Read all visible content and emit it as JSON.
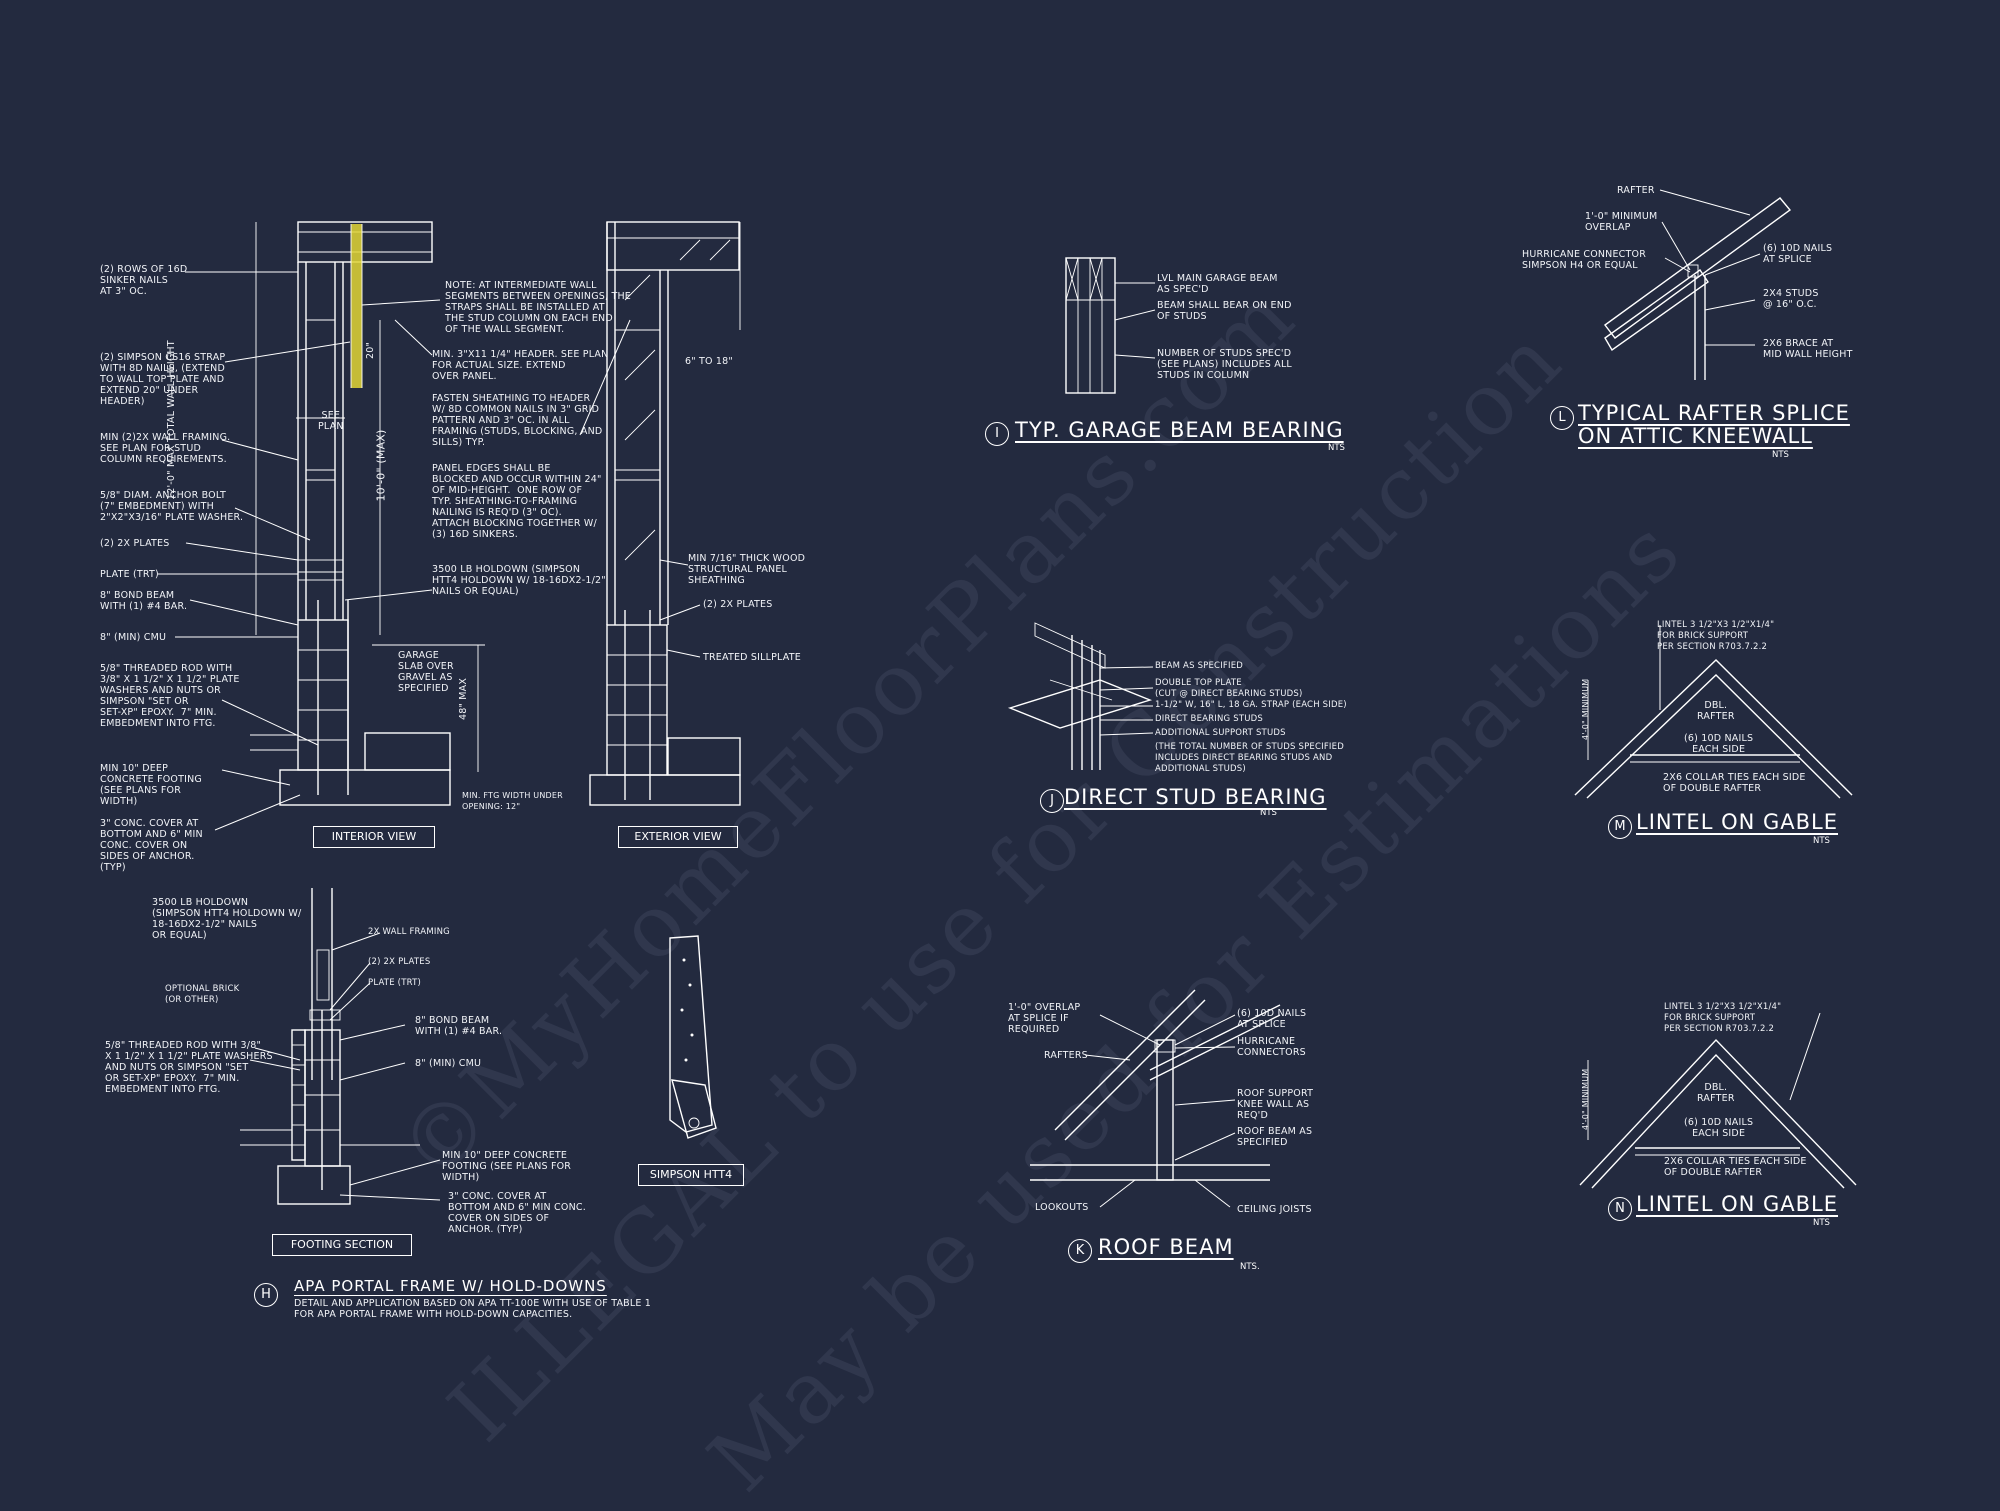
{
  "watermark": {
    "line1": "©MyHomeFloorPlans.com",
    "line2": "ILLEGAL to use for Construction",
    "line3": "May be used for Estimations"
  },
  "portal_frame": {
    "notes": {
      "sinker_nails": "(2) ROWS OF 16d\nSINKER NAILS\nAT 3\" OC.",
      "strap": "(2) SIMPSON CS16 STRAP\nWITH 8d NAILS, (EXTEND\nTO WALL TOP PLATE AND\nEXTEND 20\" UNDER\nHEADER)",
      "wall_framing": "MIN (2)2X WALL FRAMING.\nSEE PLAN FOR STUD\nCOLUMN REQUIREMENTS.",
      "anchor_bolt": "5/8\" DIAM. ANCHOR BOLT\n(7\" EMBEDMENT) WITH\n2\"x2\"x3/16\" PLATE WASHER.",
      "plates": "(2) 2x PLATES",
      "plate_trt": "PLATE (TRT)",
      "bond_beam": "8\" BOND BEAM\nWITH (1) #4 BAR.",
      "cmu": "8\" (MIN) CMU",
      "threaded_rod": "5/8\" THREADED ROD WITH\n3/8\" x 1 1/2\" x 1 1/2\" PLATE\nWASHERS AND NUTS OR\nSIMPSON \"SET OR\nSET-XP\" EPOXY.  7\" MIN.\nEMBEDMENT INTO FTG.",
      "footing": "MIN 10\" DEEP\nCONCRETE FOOTING\n(SEE PLANS FOR\nWIDTH)",
      "conc_cover": "3\" CONC. COVER AT\nBOTTOM AND 6\" MIN\nCONC. COVER ON\nSIDES OF ANCHOR.\n(TYP)",
      "intermediate": "NOTE: AT INTERMEDIATE WALL\nSEGMENTS BETWEEN OPENINGS, THE\nSTRAPS SHALL BE INSTALLED AT\nTHE STUD COLUMN ON EACH END\nOF THE WALL SEGMENT.",
      "header": "MIN. 3\"x11 1/4\" HEADER. SEE PLAN\nFOR ACTUAL SIZE. EXTEND\nOVER PANEL.",
      "fasten": "FASTEN SHEATHING TO HEADER\nW/ 8d COMMON NAILS IN 3\" GRID\nPATTERN AND 3\" OC. IN ALL\nFRAMING (STUDS, BLOCKING, AND\nSILLS) TYP.",
      "panel_edges": "PANEL EDGES SHALL BE\nBLOCKED AND OCCUR WITHIN 24\"\nOF MID-HEIGHT.  ONE ROW OF\nTYP. SHEATHING-TO-FRAMING\nNAILING IS REQ'D (3\" OC).\nATTACH BLOCKING TOGETHER W/\n(3) 16d SINKERS.",
      "holdown": "3500 LB HOLDOWN (SIMPSON\nHTT4 HOLDOWN W/ 18-16dx2-1/2\"\nNAILS OR EQUAL)",
      "garage_slab": "GARAGE\nSLAB OVER\nGRAVEL AS\nSPECIFIED",
      "ftg_width": "MIN. FTG WIDTH UNDER\nOPENING: 12\"",
      "ext_sheathing": "MIN 7/16\" THICK WOOD\nSTRUCTURAL PANEL\nSHEATHING",
      "ext_plates": "(2) 2x PLATES",
      "sillplate": "TREATED SILLPLATE",
      "six_to_18": "6\" TO 18\"",
      "see_plan": "SEE\nPLAN",
      "dim_20": "20\"",
      "dim_max_height": "10'-0\" (MAX)",
      "dim_total": "12'-0\" MAX TOTAL WALL HEIGHT",
      "dim_48": "48\" MAX"
    },
    "interior_label": "INTERIOR VIEW",
    "exterior_label": "EXTERIOR VIEW",
    "footing": {
      "holdown": "3500 LB HOLDOWN\n(SIMPSON HTT4 HOLDOWN W/\n18-16dx2-1/2\" NAILS\nOR EQUAL)",
      "wall_framing": "2X WALL FRAMING",
      "plates": "(2) 2x PLATES",
      "plate_trt": "PLATE (TRT)",
      "optional_brick": "OPTIONAL BRICK\n(OR OTHER)",
      "bond_beam": "8\" BOND BEAM\nWITH (1) #4 BAR.",
      "cmu": "8\" (MIN) CMU",
      "threaded_rod": "5/8\" THREADED ROD WITH 3/8\"\nx 1 1/2\" x 1 1/2\" PLATE WASHERS\nAND NUTS OR SIMPSON \"SET\nOR SET-XP\" EPOXY.  7\" MIN.\nEMBEDMENT INTO FTG.",
      "footing": "MIN 10\" DEEP CONCRETE\nFOOTING (SEE PLANS FOR\nWIDTH)",
      "conc_cover": "3\" CONC. COVER AT\nBOTTOM AND 6\" MIN CONC.\nCOVER ON SIDES OF\nANCHOR. (TYP)",
      "label": "FOOTING SECTION"
    },
    "htt4_label": "SIMPSON HTT4",
    "tag": "H",
    "title": "APA PORTAL FRAME W/ HOLD-DOWNS",
    "subtitle": "DETAIL AND APPLICATION BASED ON APA TT-100E WITH USE OF TABLE 1\nFOR APA PORTAL FRAME WITH HOLD-DOWN CAPACITIES."
  },
  "detail_i": {
    "tag": "I",
    "title": "TYP. GARAGE BEAM BEARING",
    "nts": "NTS",
    "notes": {
      "lvl": "LVL MAIN GARAGE BEAM\nAS SPEC'D",
      "bear": "BEAM SHALL BEAR ON END\nOF STUDS",
      "studs": "NUMBER OF STUDS SPEC'D\n(SEE PLANS) INCLUDES ALL\nSTUDS IN COLUMN"
    }
  },
  "detail_j": {
    "tag": "J",
    "title": "DIRECT STUD BEARING",
    "nts": "NTS",
    "notes": {
      "beam": "BEAM AS SPECIFIED",
      "double_top": "DOUBLE TOP PLATE\n(CUT @ DIRECT BEARING STUDS)",
      "strap": "1-1/2\" W, 16\" L, 18 GA. STRAP (EACH SIDE)",
      "direct": "DIRECT BEARING STUDS",
      "additional": "ADDITIONAL SUPPORT STUDS",
      "total": "(THE TOTAL NUMBER OF STUDS SPECIFIED\nINCLUDES DIRECT BEARING STUDS AND\nADDITIONAL STUDS)"
    }
  },
  "detail_k": {
    "tag": "K",
    "title": "ROOF BEAM",
    "nts": "NTS.",
    "notes": {
      "overlap": "1'-0\" OVERLAP\nAT SPLICE IF\nREQUIRED",
      "rafters": "RAFTERS",
      "nails": "(6) 10d NAILS\nAT SPLICE",
      "hurricane": "HURRICANE\nCONNECTORS",
      "knee_wall": "ROOF SUPPORT\nKNEE WALL AS\nREQ'D",
      "roof_beam": "ROOF BEAM AS\nSPECIFIED",
      "lookouts": "LOOKOUTS",
      "ceiling": "CEILING JOISTS"
    }
  },
  "detail_l": {
    "tag": "L",
    "title1": "TYPICAL RAFTER SPLICE",
    "title2": "ON ATTIC KNEEWALL",
    "nts": "NTS",
    "notes": {
      "rafter": "RAFTER",
      "overlap": "1'-0\" MINIMUM\nOVERLAP",
      "hurricane": "HURRICANE CONNECTOR\nSIMPSON H4 OR EQUAL",
      "nails": "(6) 10d NAILS\nAT SPLICE",
      "studs": "2x4 STUDS\n@ 16\" O.C.",
      "brace": "2x6 BRACE AT\nMID WALL HEIGHT"
    }
  },
  "detail_m": {
    "tag": "M",
    "title": "LINTEL ON GABLE",
    "nts": "NTS",
    "notes": {
      "lintel": "LINTEL 3 1/2\"x3 1/2\"x1/4\"\nFOR BRICK SUPPORT\nPER SECTION R703.7.2.2",
      "dbl": "DBL.\nRAFTER",
      "nails": "(6) 10d NAILS\nEACH SIDE",
      "collar": "2x6 COLLAR TIES EACH SIDE\nOF DOUBLE RAFTER",
      "min": "4'-0\" MINIMUM"
    }
  },
  "detail_n": {
    "tag": "N",
    "title": "LINTEL ON GABLE",
    "nts": "NTS",
    "notes": {
      "lintel": "LINTEL 3 1/2\"x3 1/2\"x1/4\"\nFOR BRICK SUPPORT\nPER SECTION R703.7.2.2",
      "dbl": "DBL.\nRAFTER",
      "nails": "(6) 10d NAILS\nEACH SIDE",
      "collar": "2x6 COLLAR TIES EACH SIDE\nOF DOUBLE RAFTER",
      "min": "4'-0\" MINIMUM"
    }
  },
  "colors": {
    "background": "#232a3f",
    "linework": "#ffffff",
    "highlight": "#e2d636"
  }
}
